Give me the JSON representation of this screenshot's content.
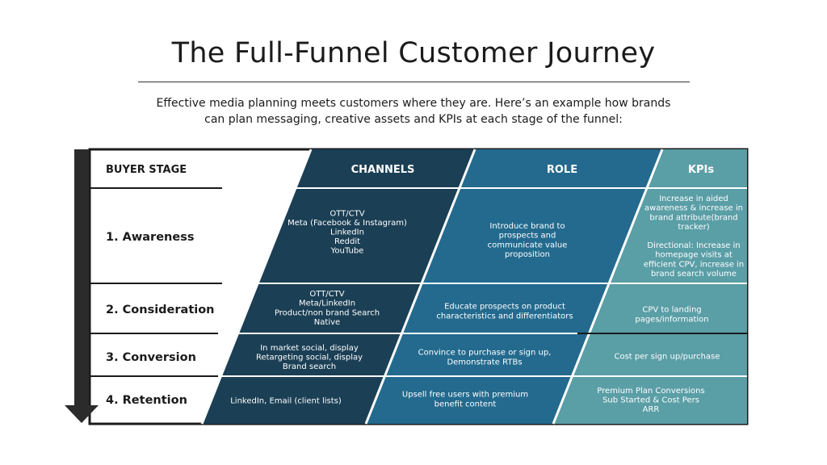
{
  "header": {
    "title": "The Full-Funnel Customer Journey",
    "subtitle_line1": "Effective media planning meets customers where they are. Here’s an example how brands",
    "subtitle_line2": "can plan messaging, creative assets and KPIs at each stage of the funnel:"
  },
  "table": {
    "columns": {
      "buyer_stage": "BUYER STAGE",
      "channels": "CHANNELS",
      "role": "ROLE",
      "kpis": "KPIs"
    },
    "colors": {
      "channels": "#1b3f55",
      "role": "#236a8e",
      "kpis": "#5a9ea6",
      "arrow": "#2b2b2b"
    },
    "rows": [
      {
        "stage": "1. Awareness",
        "channels": [
          "OTT/CTV",
          "Meta (Facebook & Instagram)",
          "LinkedIn",
          "Reddit",
          "YouTube"
        ],
        "role": [
          "Introduce brand to",
          "prospects and",
          "communicate value",
          "proposition"
        ],
        "kpis": [
          "Increase in aided",
          "awareness & increase in",
          "brand attribute(brand",
          "tracker)",
          "",
          "Directional:  Increase in",
          "homepage visits at",
          "efficient CPV, increase in",
          "brand search volume"
        ]
      },
      {
        "stage": "2. Consideration",
        "channels": [
          "OTT/CTV",
          "Meta/LinkedIn",
          "Product/non brand Search",
          "Native"
        ],
        "role": [
          "Educate prospects on product",
          "characteristics and differentiators"
        ],
        "kpis": [
          "CPV to landing",
          "pages/information"
        ]
      },
      {
        "stage": "3. Conversion",
        "channels": [
          "In market social, display",
          "Retargeting social, display",
          "Brand search"
        ],
        "role": [
          "Convince to purchase or sign up,",
          "Demonstrate RTBs"
        ],
        "kpis": [
          "Cost per sign up/purchase"
        ]
      },
      {
        "stage": "4. Retention",
        "channels": [
          "LinkedIn, Email (client lists)"
        ],
        "role": [
          "Upsell free users with premium",
          "benefit content"
        ],
        "kpis": [
          "Premium Plan Conversions",
          "Sub Started & Cost Pers",
          "ARR"
        ]
      }
    ]
  }
}
